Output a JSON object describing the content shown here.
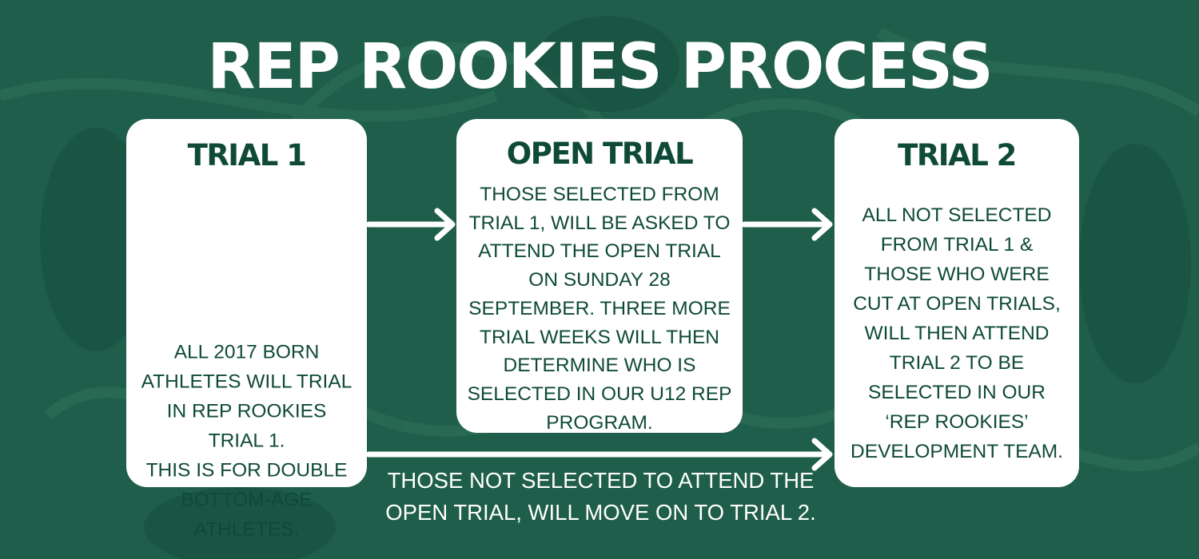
{
  "title": "REP ROOKIES PROCESS",
  "cards": [
    {
      "heading": "TRIAL 1",
      "body": "ALL 2017 BORN\nATHLETES WILL TRIAL\nIN REP ROOKIES\nTRIAL 1.\nTHIS IS FOR DOUBLE\nBOTTOM-AGE\nATHLETES."
    },
    {
      "heading": "OPEN TRIAL",
      "body": "THOSE SELECTED FROM\nTRIAL 1, WILL BE ASKED TO\nATTEND THE OPEN TRIAL\nON SUNDAY 28\nSEPTEMBER. THREE MORE\nTRIAL WEEKS WILL THEN\nDETERMINE WHO IS\nSELECTED IN OUR U12 REP\nPROGRAM."
    },
    {
      "heading": "TRIAL 2",
      "body": "ALL NOT SELECTED\nFROM TRIAL 1 &\nTHOSE WHO WERE\nCUT AT OPEN TRIALS,\nWILL THEN ATTEND\nTRIAL 2 TO BE\nSELECTED IN OUR\n‘REP ROOKIES’\nDEVELOPMENT TEAM."
    }
  ],
  "bottom_caption": "THOSE NOT SELECTED TO ATTEND THE\nOPEN TRIAL, WILL MOVE ON TO TRIAL 2.",
  "colors": {
    "background": "#1f5e4a",
    "card": "#ffffff",
    "card_text": "#0f4a38",
    "arrow": "#ffffff"
  }
}
